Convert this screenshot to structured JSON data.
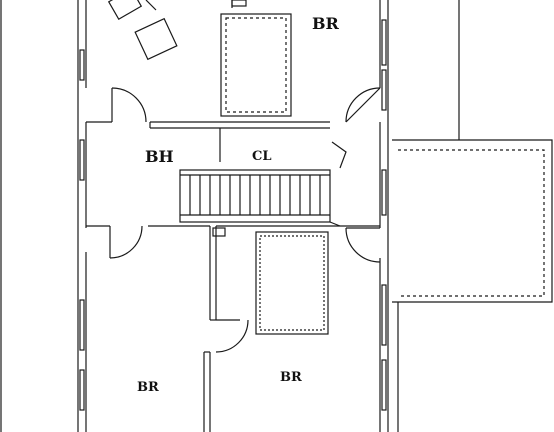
{
  "floor_plan": {
    "rooms": {
      "bedroom_top": "BR",
      "bath_hall": "BH",
      "closet": "CL",
      "bedroom_bottom_left": "BR",
      "bedroom_bottom_right": "BR"
    },
    "colors": {
      "ink": "#1a1a1a",
      "paper": "#ffffff",
      "fixture_fill": "#f2f2f2"
    }
  }
}
